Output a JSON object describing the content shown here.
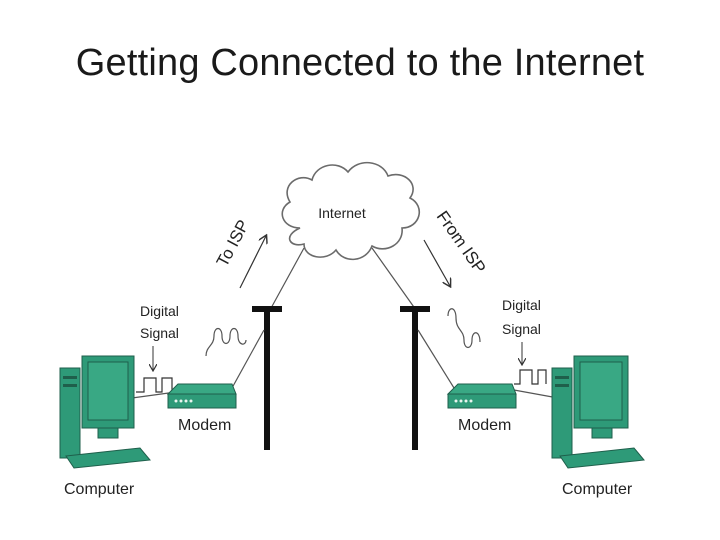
{
  "title": "Getting Connected to the Internet",
  "diagram": {
    "cloud_label": "Internet",
    "to_isp_label": "To ISP",
    "from_isp_label": "From ISP",
    "left": {
      "signal_label_line1": "Digital",
      "signal_label_line2": "Signal",
      "modem_label": "Modem",
      "computer_label": "Computer"
    },
    "right": {
      "signal_label_line1": "Digital",
      "signal_label_line2": "Signal",
      "modem_label": "Modem",
      "computer_label": "Computer"
    },
    "colors": {
      "device_fill": "#2e9a78",
      "device_stroke": "#1f5f4b",
      "screen_fill": "#39a884",
      "pole": "#111111",
      "line": "#555555"
    }
  }
}
